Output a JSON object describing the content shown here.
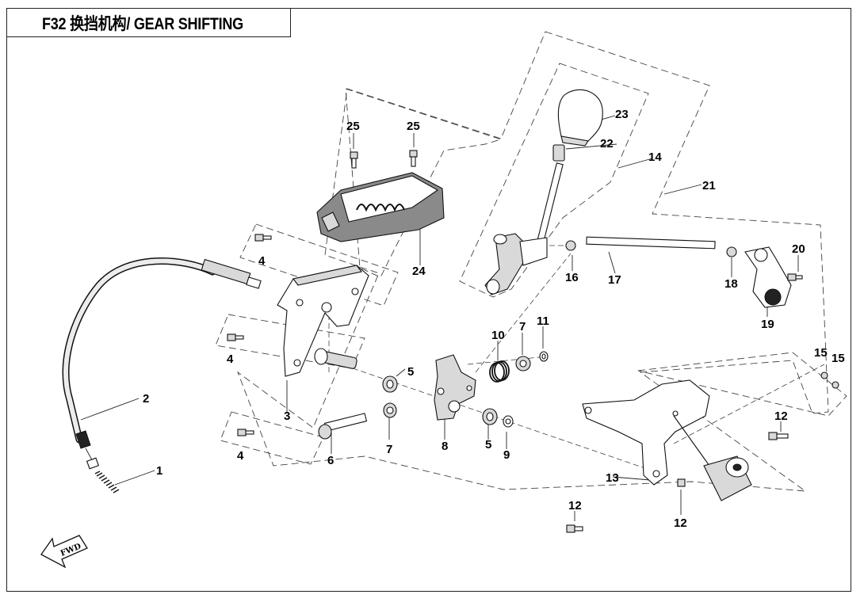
{
  "title": "F32 换挡机构/ GEAR SHIFTING",
  "fwd_label": "FWD",
  "callouts": {
    "c1": "1",
    "c2": "2",
    "c3": "3",
    "c4a": "4",
    "c4b": "4",
    "c4c": "4",
    "c5a": "5",
    "c5b": "5",
    "c6": "6",
    "c7a": "7",
    "c7b": "7",
    "c8": "8",
    "c9": "9",
    "c10": "10",
    "c11": "11",
    "c12a": "12",
    "c12b": "12",
    "c12c": "12",
    "c13": "13",
    "c14": "14",
    "c15a": "15",
    "c15b": "15",
    "c16": "16",
    "c17": "17",
    "c18": "18",
    "c19": "19",
    "c20": "20",
    "c21": "21",
    "c22": "22",
    "c23": "23",
    "c24": "24",
    "c25a": "25",
    "c25b": "25"
  }
}
